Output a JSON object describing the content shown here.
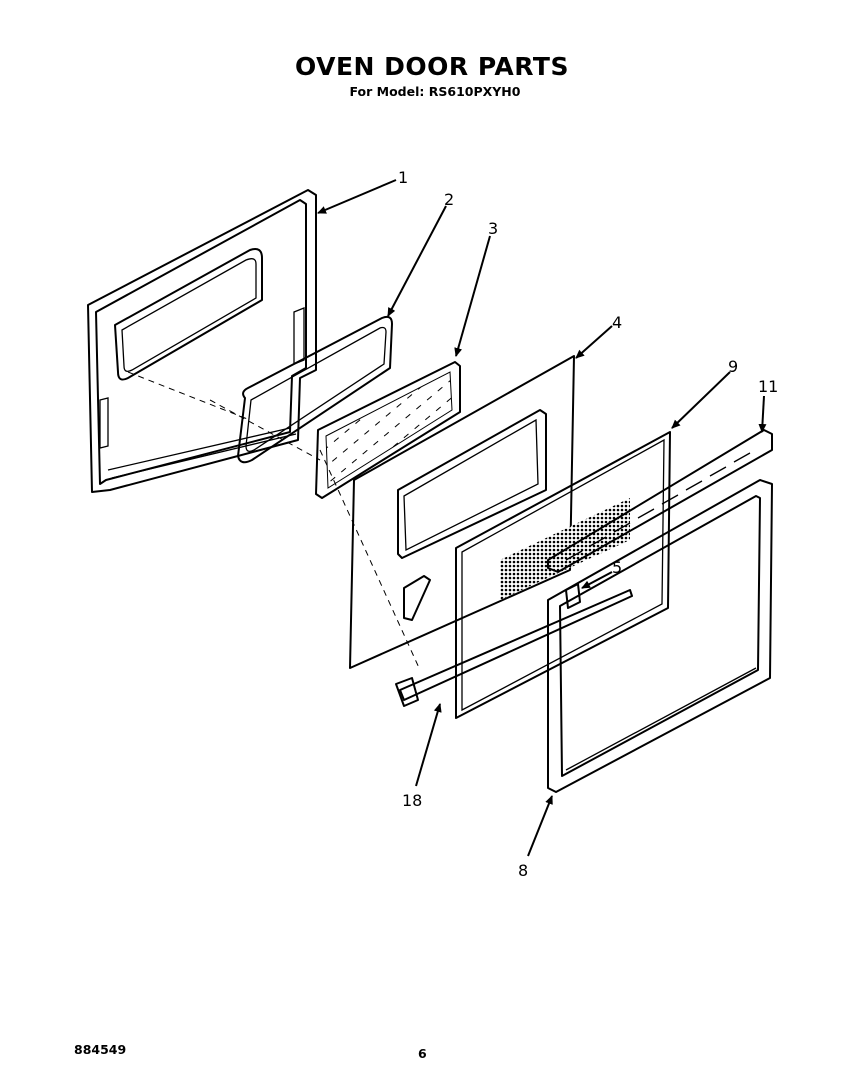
{
  "title": "OVEN DOOR PARTS",
  "subtitle": "For Model: RS610PXYH0",
  "document_number": "884549",
  "page_number": "6",
  "callouts": [
    {
      "id": "c1",
      "label": "1"
    },
    {
      "id": "c2",
      "label": "2"
    },
    {
      "id": "c3",
      "label": "3"
    },
    {
      "id": "c4",
      "label": "4"
    },
    {
      "id": "c9",
      "label": "9"
    },
    {
      "id": "c11",
      "label": "11"
    },
    {
      "id": "c5",
      "label": "5"
    },
    {
      "id": "c18",
      "label": "18"
    },
    {
      "id": "c8",
      "label": "8"
    }
  ]
}
